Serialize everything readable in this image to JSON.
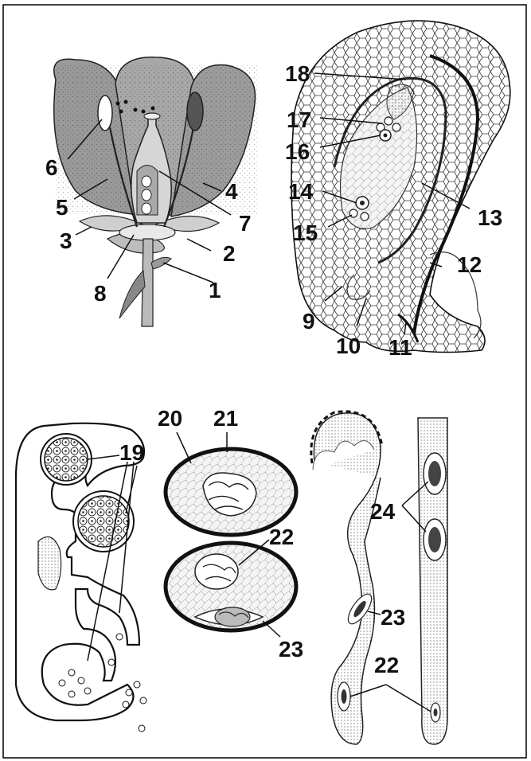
{
  "labels": {
    "l1": "1",
    "l2": "2",
    "l3": "3",
    "l4": "4",
    "l5": "5",
    "l6": "6",
    "l7": "7",
    "l8": "8",
    "l9": "9",
    "l10": "10",
    "l11": "11",
    "l12": "12",
    "l13": "13",
    "l14": "14",
    "l15": "15",
    "l16": "16",
    "l17": "17",
    "l18": "18",
    "l19": "19",
    "l20": "20",
    "l21": "21",
    "l22a": "22",
    "l22b": "22",
    "l23a": "23",
    "l23b": "23",
    "l24": "24"
  }
}
